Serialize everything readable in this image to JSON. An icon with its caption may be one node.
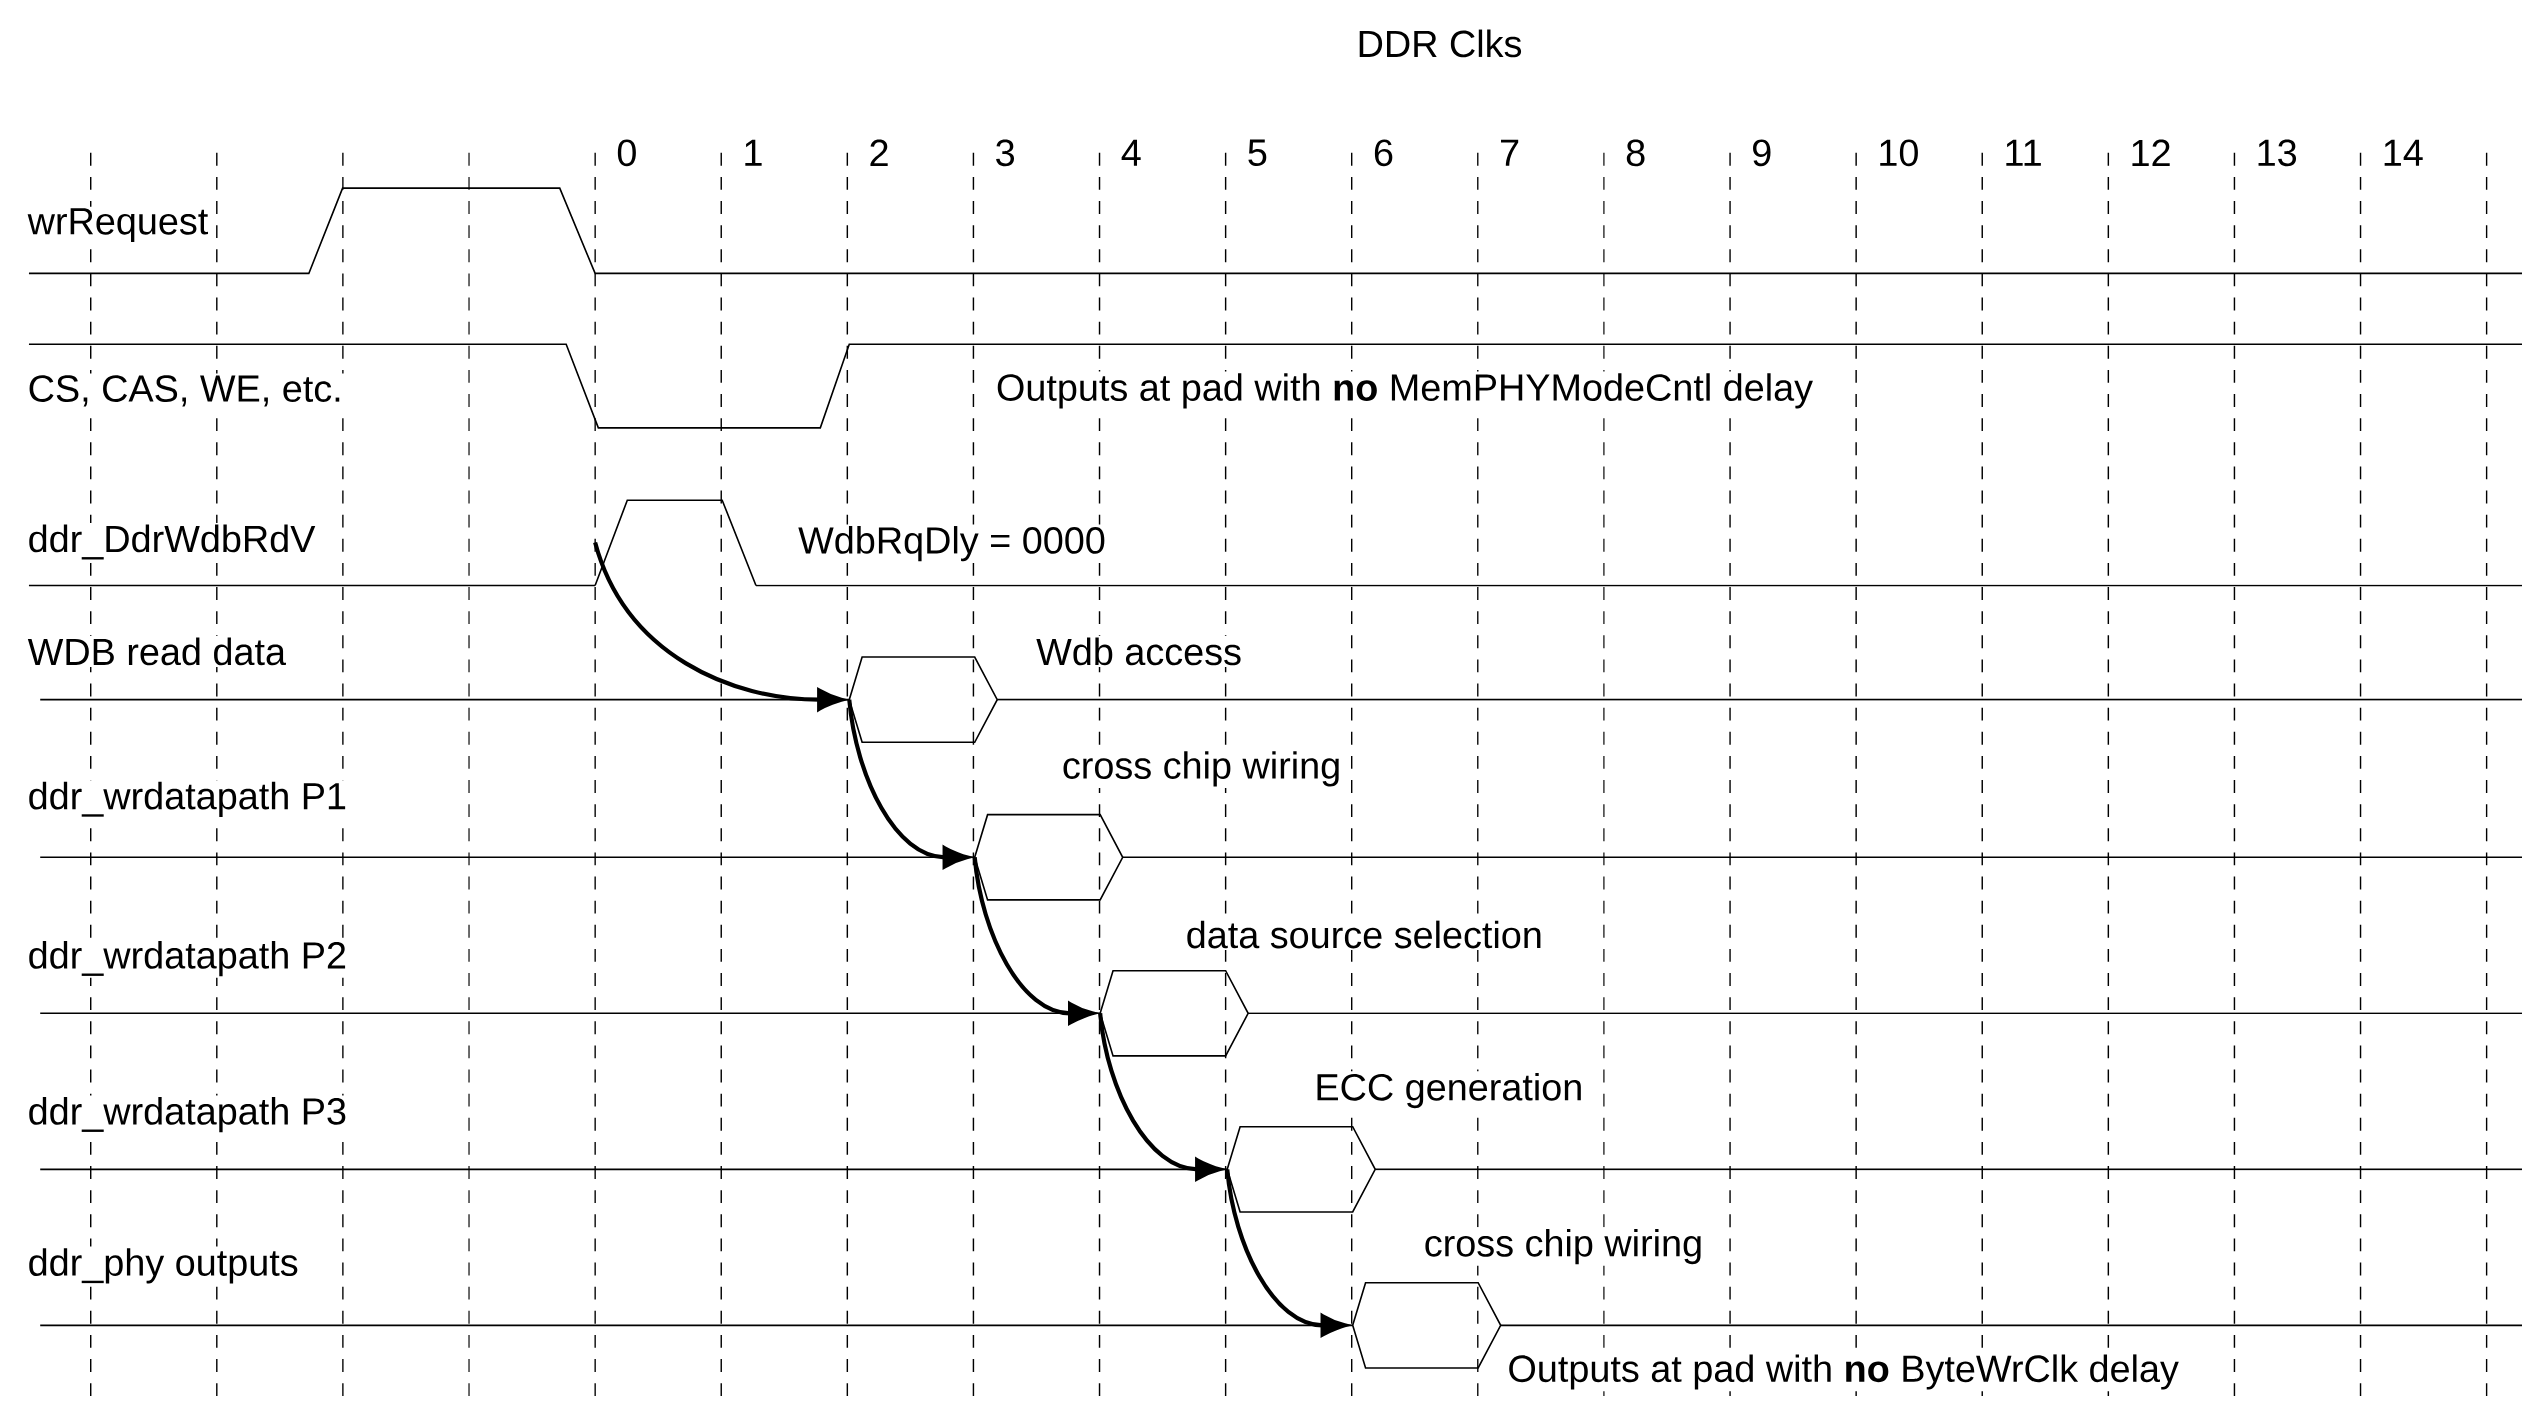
{
  "diagram": {
    "title": "DDR Clks",
    "nodes": [
      {
        "text": [],
        "shape": "pulse"
      },
      {
        "text": [],
        "shape": "hexagon",
        "beside": [
          "Wdb access"
        ]
      },
      {
        "text": [],
        "shape": "hexagon",
        "beside": [
          "cross chip wiring"
        ]
      },
      {
        "text": [],
        "shape": "hexagon",
        "beside": [
          "data source selection"
        ]
      },
      {
        "text": [],
        "shape": "hexagon",
        "beside": [
          "ECC generation"
        ]
      },
      {
        "text": [],
        "shape": "hexagon",
        "beside": [
          "cross chip wiring"
        ]
      }
    ],
    "edges": [
      {
        "from": 0,
        "to": 1,
        "arrow": "to"
      },
      {
        "from": 1,
        "to": 2,
        "arrow": "to"
      },
      {
        "from": 2,
        "to": 3,
        "arrow": "to"
      },
      {
        "from": 3,
        "to": 4,
        "arrow": "to"
      },
      {
        "from": 4,
        "to": 5,
        "arrow": "to"
      }
    ],
    "labels": [
      "0",
      "1",
      "2",
      "3",
      "4",
      "5",
      "6",
      "7",
      "8",
      "9",
      "10",
      "11",
      "12",
      "13",
      "14",
      "wrRequest",
      "CS, CAS, WE, etc.",
      "Outputs at pad with **no** MemPHYModeCntl delay",
      "ddr_DdrWdbRdV",
      "WdbRqDly = 0000",
      "WDB read data",
      "ddr_wrdatapath P1",
      "ddr_wrdatapath P2",
      "ddr_wrdatapath P3",
      "ddr_phy outputs",
      "Outputs at pad with **no** ByteWrClk delay"
    ]
  }
}
